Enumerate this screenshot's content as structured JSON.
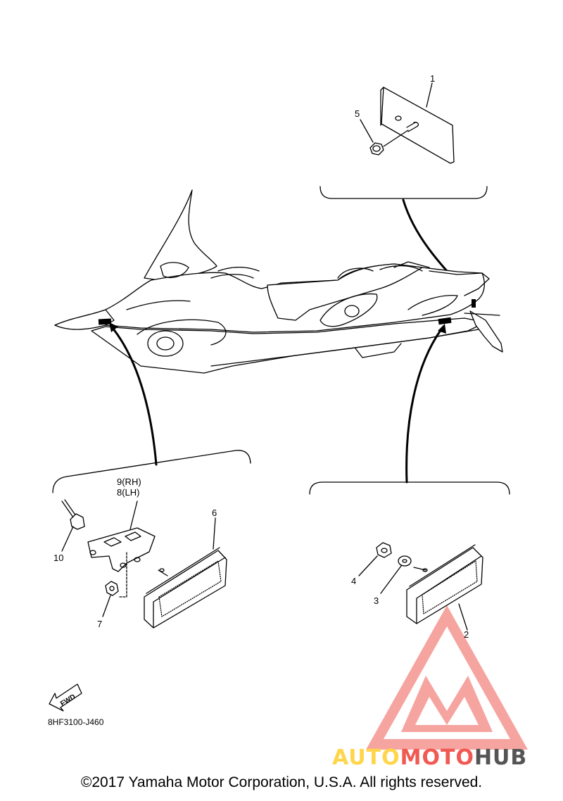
{
  "labels": {
    "p1": "1",
    "p2": "2",
    "p3": "3",
    "p4": "4",
    "p5": "5",
    "p6": "6",
    "p7": "7",
    "p8": "8(LH)",
    "p9": "9(RH)",
    "p10": "10"
  },
  "fwd_label": "FWD",
  "part_number": "8HF3100-J460",
  "watermark": {
    "part1": "AUTO",
    "part2": "MOTO",
    "part3": "HUB",
    "colors": {
      "auto": "#ffd54a",
      "moto": "#f05a52",
      "hub": "#555555"
    }
  },
  "copyright": "©2017 Yamaha Motor Corporation, U.S.A. All rights reserved."
}
